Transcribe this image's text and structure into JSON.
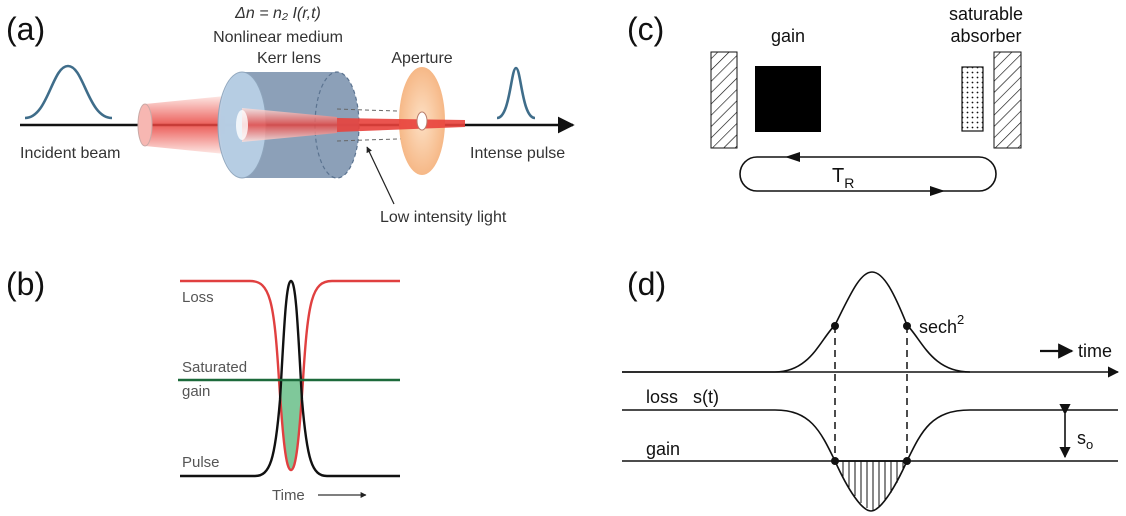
{
  "panels": {
    "a": {
      "label": "(a)",
      "equation": "Δn = n₂ I(r,t)",
      "medium": "Nonlinear medium",
      "kerr": "Kerr lens",
      "aperture": "Aperture",
      "incident": "Incident beam",
      "intense": "Intense pulse",
      "low": "Low intensity light"
    },
    "b": {
      "label": "(b)",
      "loss": "Loss",
      "saturated": "Saturated",
      "gain": "gain",
      "pulse": "Pulse",
      "time": "Time"
    },
    "c": {
      "label": "(c)",
      "gain": "gain",
      "sat1": "saturable",
      "sat2": "absorber",
      "tr": "T",
      "tr_sub": "R"
    },
    "d": {
      "label": "(d)",
      "sech": "sech",
      "sech_sup": "2",
      "time": "time",
      "loss": "loss   s(t)",
      "gain": "gain",
      "so": "s",
      "so_sub": "o"
    }
  },
  "colors": {
    "beam_red": "#e8413c",
    "kerr_blue": "#a9c3df",
    "aperture_orange": "#f6b887",
    "pulse_blue": "#3f6d8a",
    "loss_red": "#e04040",
    "gain_green": "#1c6a3b",
    "green_fill": "#7fc89a"
  }
}
